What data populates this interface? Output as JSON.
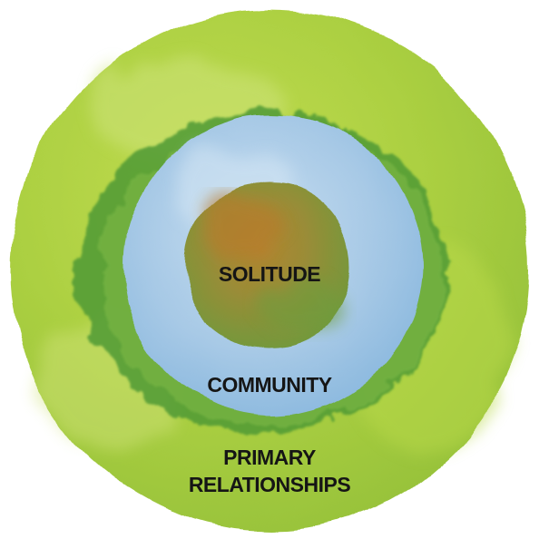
{
  "diagram": {
    "rings": [
      {
        "id": "outer",
        "label_lines": [
          "PRIMARY",
          "RELATIONSHIPS"
        ],
        "color": "#a9cf3e",
        "accent": "#cfe061"
      },
      {
        "id": "middle",
        "label_lines": [
          "COMMUNITY"
        ],
        "color": "#a9cbe6",
        "accent": "#85b4dc",
        "halo": "#4e9a37"
      },
      {
        "id": "inner",
        "label_lines": [
          "SOLITUDE"
        ],
        "color": "#8e9a3a",
        "accent": "#b5802d"
      }
    ]
  }
}
